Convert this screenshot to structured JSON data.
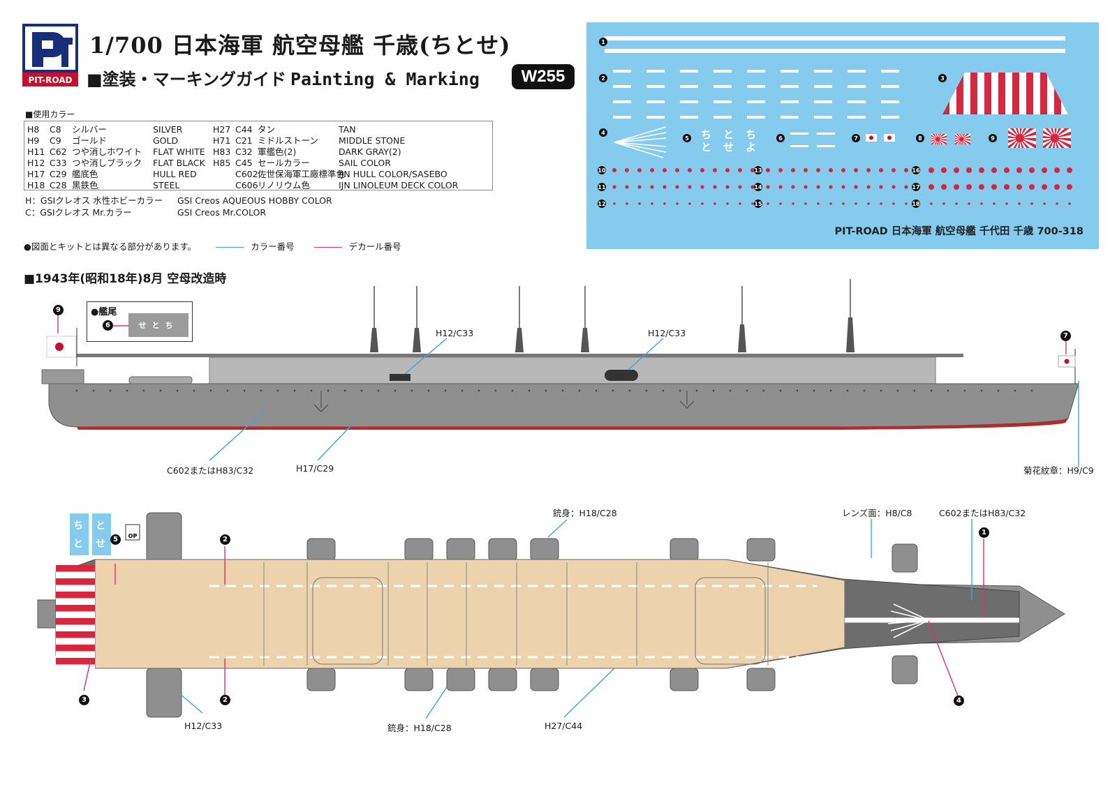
{
  "header": {
    "logo_text": "PIT-ROAD",
    "title": "1/700 日本海軍 航空母艦 千歳(ちとせ)",
    "subtitle_jp": "■塗装・マーキングガイド",
    "subtitle_en": "Painting & Marking",
    "code": "W255"
  },
  "colors": {
    "heading": "■使用カラー",
    "left": [
      {
        "h": "H8",
        "c": "C8",
        "jp": "シルバー",
        "en": "SILVER"
      },
      {
        "h": "H9",
        "c": "C9",
        "jp": "ゴールド",
        "en": "GOLD"
      },
      {
        "h": "H11",
        "c": "C62",
        "jp": "つや消しホワイト",
        "en": "FLAT WHITE"
      },
      {
        "h": "H12",
        "c": "C33",
        "jp": "つや消しブラック",
        "en": "FLAT BLACK"
      },
      {
        "h": "H17",
        "c": "C29",
        "jp": "艦底色",
        "en": "HULL RED"
      },
      {
        "h": "H18",
        "c": "C28",
        "jp": "黒鉄色",
        "en": "STEEL"
      }
    ],
    "right": [
      {
        "h": "H27",
        "c": "C44",
        "jp": "タン",
        "en": "TAN"
      },
      {
        "h": "H71",
        "c": "C21",
        "jp": "ミドルストーン",
        "en": "MIDDLE STONE"
      },
      {
        "h": "H83",
        "c": "C32",
        "jp": "軍艦色(2)",
        "en": "DARK GRAY(2)"
      },
      {
        "h": "H85",
        "c": "C45",
        "jp": "セールカラー",
        "en": "SAIL COLOR"
      },
      {
        "h": "",
        "c": "C602",
        "jp": "佐世保海軍工廠標準色",
        "en": "IJN HULL COLOR/SASEBO"
      },
      {
        "h": "",
        "c": "C606",
        "jp": "リノリウム色",
        "en": "IJN LINOLEUM DECK COLOR"
      }
    ],
    "notes": [
      {
        "jp": "H：GSIクレオス 水性ホビーカラー",
        "en": "GSI Creos AQUEOUS HOBBY COLOR"
      },
      {
        "jp": "C：GSIクレオス Mr.カラー",
        "en": "GSI Creos Mr.COLOR"
      }
    ]
  },
  "diff_note": {
    "text": "●図面とキットとは異なる部分があります。",
    "color_line_label": "カラー番号",
    "decal_line_label": "デカール番号",
    "color_line_color": "#3aa6dc",
    "decal_line_color": "#e0306f"
  },
  "decal_sheet": {
    "caption": "PIT-ROAD 日本海軍 航空母艦 千代田 千歳 700-318",
    "background": "#84cbee",
    "numbers": [
      "1",
      "2",
      "3",
      "4",
      "5",
      "6",
      "7",
      "8",
      "9",
      "10",
      "11",
      "12",
      "13",
      "14",
      "15",
      "16",
      "17",
      "18"
    ],
    "kana_5": [
      "ち",
      "と",
      "ち",
      "と",
      "せ",
      "よ"
    ]
  },
  "section": {
    "title": "■1943年(昭和18年)8月 空母改造時",
    "stern_label": "●艦尾",
    "stern_plate_text": "せとち"
  },
  "side_view": {
    "callouts": {
      "h12_c33_a": "H12/C33",
      "h12_c33_b": "H12/C33",
      "hull": "C602またはH83/C32",
      "bottom": "H17/C29",
      "crest": "菊花紋章：H9/C9"
    },
    "markers": [
      "9",
      "6",
      "7"
    ]
  },
  "top_view": {
    "callouts": {
      "gun_top": "銃身：H18/C28",
      "lens": "レンズ面：H8/C8",
      "deck_fore": "C602またはH83/C32",
      "gun_bottom": "銃身：H18/C28",
      "deck": "H27/C44",
      "stern_sponson": "H12/C33"
    },
    "markers": [
      "5",
      "2",
      "3",
      "2",
      "1",
      "4"
    ],
    "kana_stamp": [
      "ち",
      "と",
      "と",
      "せ"
    ],
    "op_label": "OP"
  },
  "palette": {
    "hull_gray": "#8f8f8f",
    "hull_red": "#b52a2a",
    "deck_tan": "#ecd2ad",
    "dark": "#5c5c5c"
  }
}
